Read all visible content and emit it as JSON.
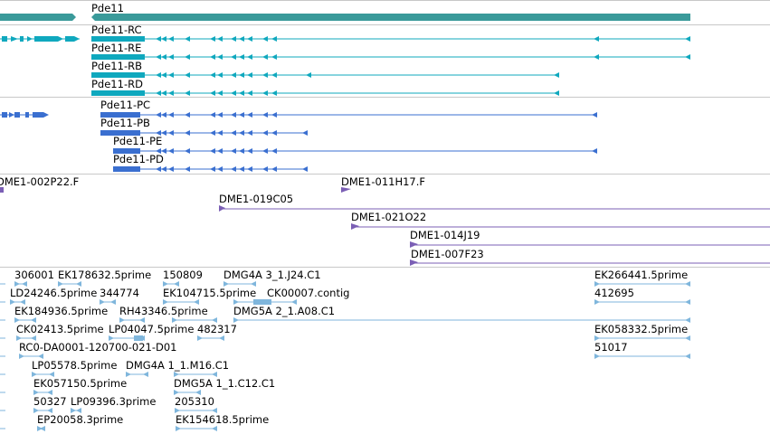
{
  "colors": {
    "gene": "#3a9a9a",
    "transcript_rna": "#0fa8be",
    "transcript_protein": "#3a6fd0",
    "clone": "#7b5fb5",
    "est": "#7fb6dc"
  },
  "gene_track": {
    "gene_label": "Pde11"
  },
  "rna_track": {
    "items": [
      {
        "label": "Pde11-RC"
      },
      {
        "label": "Pde11-RE"
      },
      {
        "label": "Pde11-RB"
      },
      {
        "label": "Pde11-RD"
      }
    ]
  },
  "protein_track": {
    "items": [
      {
        "label": "Pde11-PC"
      },
      {
        "label": "Pde11-PB"
      },
      {
        "label": "Pde11-PE"
      },
      {
        "label": "Pde11-PD"
      }
    ]
  },
  "clone_track": {
    "items": [
      {
        "label": "DME1-002P22.F"
      },
      {
        "label": "DME1-011H17.F"
      },
      {
        "label": "DME1-019C05"
      },
      {
        "label": "DME1-021O22"
      },
      {
        "label": "DME1-014J19"
      },
      {
        "label": "DME1-007F23"
      }
    ]
  },
  "est_track": {
    "items": [
      {
        "label": "306001"
      },
      {
        "label": "EK178632.5prime"
      },
      {
        "label": "150809"
      },
      {
        "label": "DMG4A 3_1.J24.C1"
      },
      {
        "label": "EK266441.5prime"
      },
      {
        "label": "LD24246.5prime"
      },
      {
        "label": "344774"
      },
      {
        "label": "EK104715.5prime"
      },
      {
        "label": "CK00007.contig"
      },
      {
        "label": "412695"
      },
      {
        "label": "EK184936.5prime"
      },
      {
        "label": "RH43346.5prime"
      },
      {
        "label": "DMG5A 2_1.A08.C1"
      },
      {
        "label": "CK02413.5prime"
      },
      {
        "label": "LP04047.5prime"
      },
      {
        "label": "482317"
      },
      {
        "label": "EK058332.5prime"
      },
      {
        "label": "RC0-DA0001-120700-021-D01"
      },
      {
        "label": "51017"
      },
      {
        "label": "LP05578.5prime"
      },
      {
        "label": "DMG4A 1_1.M16.C1"
      },
      {
        "label": "EK057150.5prime"
      },
      {
        "label": "DMG5A 1_1.C12.C1"
      },
      {
        "label": "50327"
      },
      {
        "label": "LP09396.3prime"
      },
      {
        "label": "205310"
      },
      {
        "label": "EP20058.3prime"
      },
      {
        "label": "EK154618.5prime"
      }
    ]
  }
}
